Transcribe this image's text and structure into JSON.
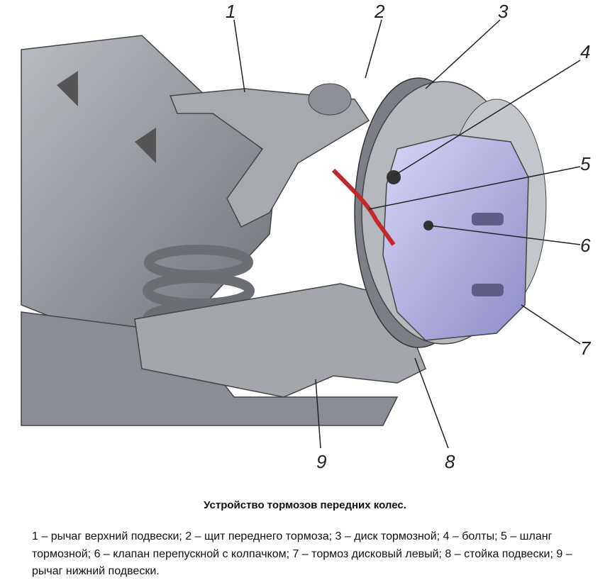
{
  "callouts": [
    "1",
    "2",
    "3",
    "4",
    "5",
    "6",
    "7",
    "8",
    "9"
  ],
  "caption": {
    "title": "Устройство тормозов передних колес.",
    "legend": "1 – рычаг верхний подвески; 2 – щит переднего тормоза; 3 – диск тормозной; 4 – болты; 5 – шланг тормозной; 6 – клапан перепускной с колпачком; 7 – тормоз дисковый левый; 8 – стойка подвески; 9 – рычаг нижний подвески."
  },
  "colors": {
    "metal": "#9a9da3",
    "caliper": "#b6b4e6",
    "hose": "#c0282b"
  }
}
